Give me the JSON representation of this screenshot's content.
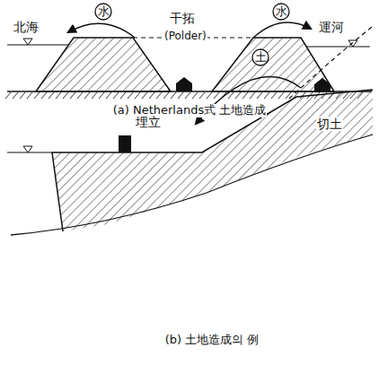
{
  "diagram": {
    "nodes": [
      {
        "text": [
          "水"
        ]
      },
      {
        "text": [
          "水"
        ]
      },
      {
        "text": [
          "土"
        ]
      }
    ],
    "labels": [
      "北海",
      "干拓",
      "(Polder)",
      "運河",
      "(a) Netherlands式 土地造成",
      "埋立",
      "切土",
      "(b) 土地造成의 例"
    ]
  }
}
